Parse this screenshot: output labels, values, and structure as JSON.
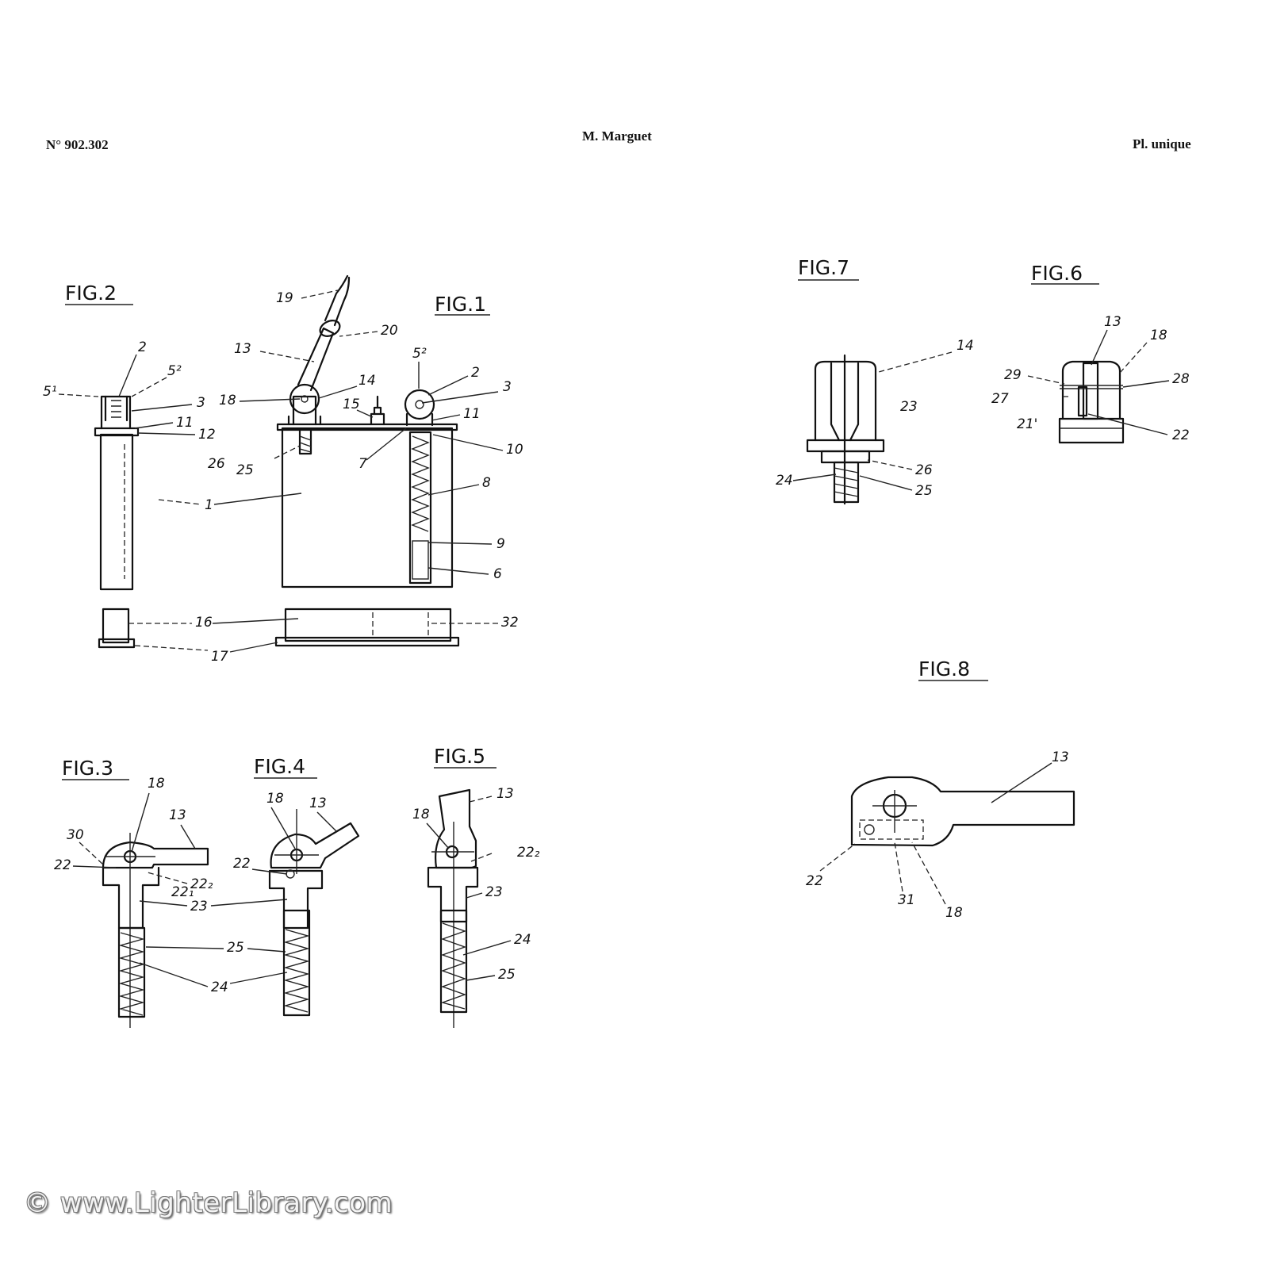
{
  "header": {
    "patent_number": "N° 902.302",
    "inventor": "M. Marguet",
    "plate": "Pl. unique"
  },
  "figures": {
    "fig1": "FIG.1",
    "fig2": "FIG.2",
    "fig3": "FIG.3",
    "fig4": "FIG.4",
    "fig5": "FIG.5",
    "fig6": "FIG.6",
    "fig7": "FIG.7",
    "fig8": "FIG.8"
  },
  "labels": {
    "fig2": [
      "5¹",
      "2",
      "5²",
      "3",
      "11",
      "12"
    ],
    "fig1": [
      "19",
      "20",
      "13",
      "14",
      "18",
      "15",
      "5²",
      "2",
      "3",
      "11",
      "10",
      "26",
      "25",
      "7",
      "1",
      "8",
      "9",
      "6",
      "16",
      "17",
      "32"
    ],
    "fig3": [
      "18",
      "13",
      "30",
      "22",
      "22₂",
      "22₁",
      "23",
      "25",
      "24"
    ],
    "fig4": [
      "18",
      "13",
      "22"
    ],
    "fig5": [
      "18",
      "13",
      "22₂",
      "23",
      "24",
      "25"
    ],
    "fig7": [
      "14",
      "23",
      "26",
      "24",
      "25"
    ],
    "fig6": [
      "13",
      "18",
      "29",
      "28",
      "27",
      "21'",
      "22"
    ],
    "fig8": [
      "13",
      "22",
      "31",
      "18"
    ]
  },
  "watermark": "© www.LighterLibrary.com"
}
